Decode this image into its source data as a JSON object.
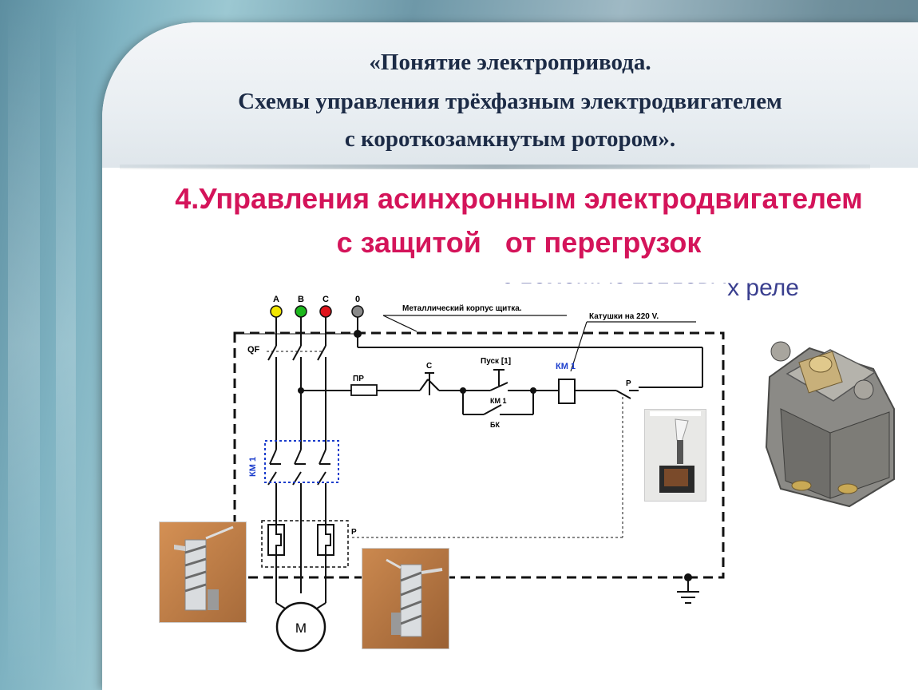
{
  "slide": {
    "title_lines": [
      "«Понятие электропривода.",
      "Схемы управления трёхфазным электродвигателем",
      "с короткозамкнутым ротором»."
    ],
    "heading_lines": [
      "4.Управления асинхронным электродвигателем",
      "с защитой   от перегрузок"
    ],
    "subheading": "с помощью тепловых реле"
  },
  "diagram": {
    "phases": [
      "A",
      "B",
      "C",
      "0"
    ],
    "phase_colors": [
      "#f2e600",
      "#1db81d",
      "#e0141c",
      "#8a8a8a"
    ],
    "label_case": "Металлический корпус щитка.",
    "label_coils": "Катушки на 220 V.",
    "label_qf": "QF",
    "label_pr": "ПР",
    "label_stop": "С",
    "label_start": "Пуск [1]",
    "label_km1_coil": "КМ 1",
    "label_km1_contact": "КМ 1",
    "label_bk": "БК",
    "label_p_contact": "Р",
    "label_km1_main": "КМ 1",
    "label_p_relay": "Р",
    "label_motor": "М"
  }
}
